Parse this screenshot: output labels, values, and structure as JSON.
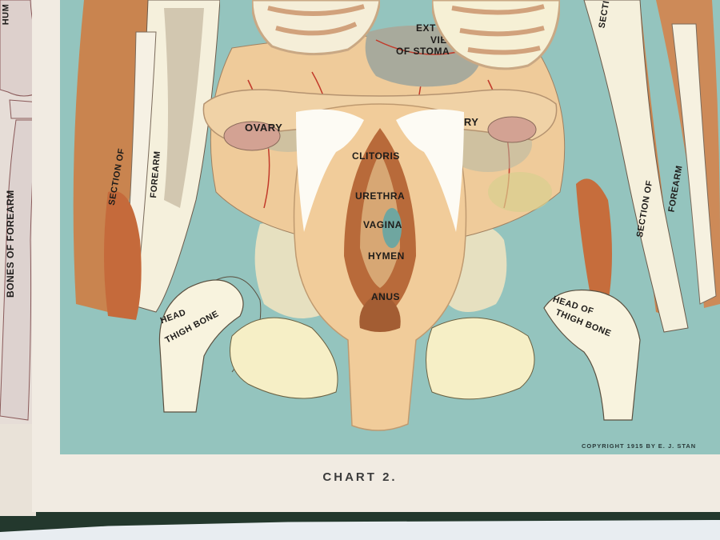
{
  "scene": {
    "description": "Photograph of a vintage fold-out anatomical chart page (lift-flap female pelvis plate)",
    "colors": {
      "background_teal": "#93c3bd",
      "page_cream": "#f1ebe1",
      "left_page": "#e4dcd6",
      "flesh": "#f0c998",
      "muscle": "#c8774a",
      "bone": "#f5efc9",
      "green_cloth": "#243a2f"
    }
  },
  "chart": {
    "caption": "CHART 2.",
    "copyright": "COPYRIGHT 1915 BY E. J. STAN"
  },
  "labels": {
    "stomach_line1": "EXT",
    "stomach_line2": "VIE",
    "stomach_line3": "OF STOMA",
    "ovary_left": "OVARY",
    "ovary_right": "ARY",
    "clitoris": "CLITORIS",
    "urethra": "URETHRA",
    "vagina": "VAGINA",
    "hymen": "HYMEN",
    "anus": "ANUS",
    "section_forearm_left_1": "SECTION OF",
    "section_forearm_left_2": "FOREARM",
    "section_forearm_right_1": "SECTION OF",
    "section_forearm_right_2": "FOREARM",
    "section_top_right": "SECTI",
    "head_thigh_left_1": "HEAD",
    "head_thigh_left_2": "THIGH BONE",
    "head_thigh_right_1": "HEAD OF",
    "head_thigh_right_2": "THIGH BONE",
    "left_page_top": "HUM",
    "left_page_bones": "BONES OF FOREARM"
  }
}
